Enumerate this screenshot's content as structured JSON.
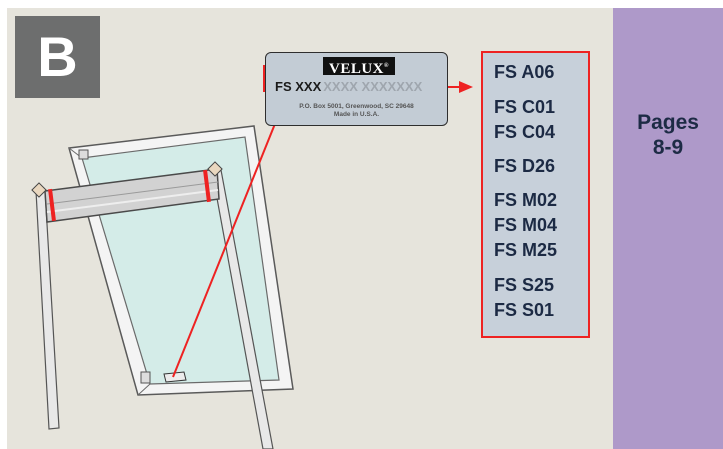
{
  "badge": {
    "letter": "B"
  },
  "label_plate": {
    "brand": "VELUX",
    "brand_mark": "®",
    "code_prefix": "FS XXX",
    "code_serial": "XXXX XXXXXXX",
    "address_line1": "P.O. Box 5001, Greenwood, SC 29648",
    "address_line2": "Made in U.S.A."
  },
  "size_codes": [
    "FS A06",
    "FS C01",
    "FS C04",
    "FS D26",
    "FS M02",
    "FS M04",
    "FS M25",
    "FS S25",
    "FS S01"
  ],
  "pages": {
    "line1": "Pages",
    "line2": "8-9"
  },
  "colors": {
    "panel": "#e6e4dc",
    "sidebar": "#ae99c9",
    "accent_red": "#ee2222",
    "code_text": "#1c2a44",
    "plate": "#c3ccd5",
    "glass": "#d4ece8"
  },
  "icons": [
    "skylight-window-illustration",
    "arrow-icon"
  ]
}
